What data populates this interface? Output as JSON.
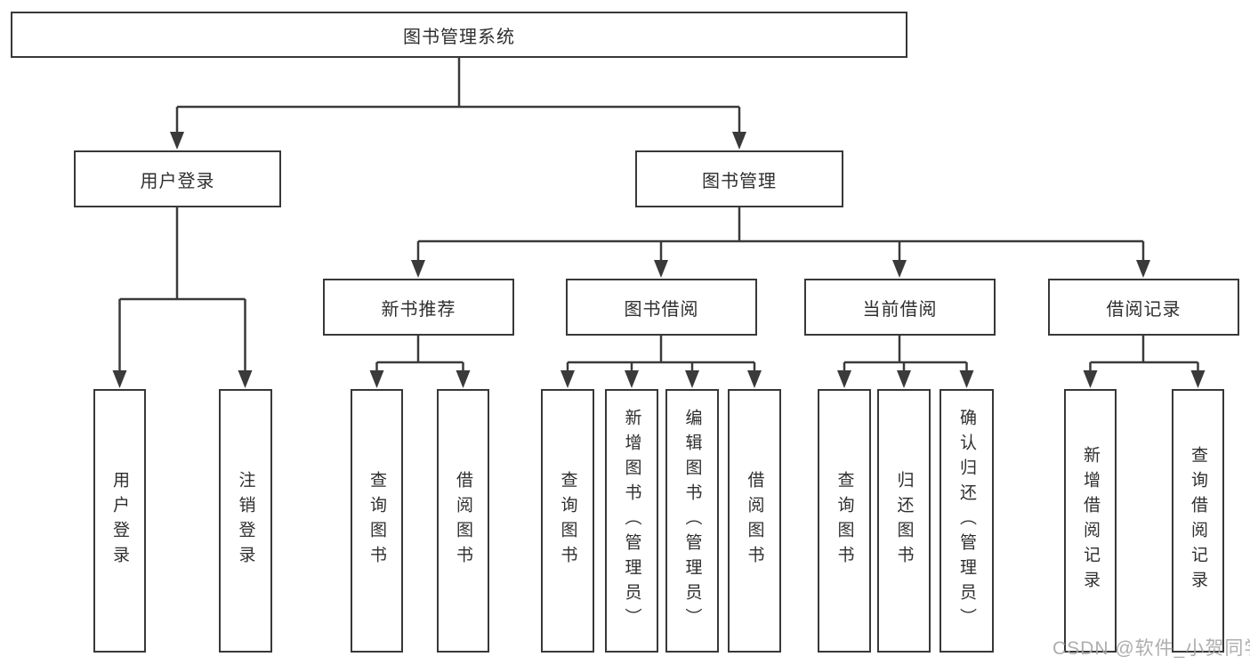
{
  "diagram_title": "图书管理系统",
  "nodes": {
    "root": "图书管理系统",
    "user_login": "用户登录",
    "book_management": "图书管理",
    "new_book_recommend": "新书推荐",
    "book_borrowing": "图书借阅",
    "current_borrowing": "当前借阅",
    "borrowing_records": "借阅记录",
    "leaf_user_login": "用户登录",
    "leaf_logout_login": "注销登录",
    "nbr_query_books": "查询图书",
    "nbr_borrow_books": "借阅图书",
    "bb_query_books": "查询图书",
    "bb_add_books_admin": "新增图书（管理员）",
    "bb_edit_books_admin": "编辑图书（管理员）",
    "bb_borrow_books": "借阅图书",
    "cb_query_books": "查询图书",
    "cb_return_books": "归还图书",
    "cb_confirm_return_admin": "确认归还（管理员）",
    "br_add_borrow_record": "新增借阅记录",
    "br_query_borrow_record": "查询借阅记录"
  },
  "watermark": "CSDN @软件_小贺同学",
  "colors": {
    "line": "#3a3a3a",
    "box_border": "#383838",
    "text": "#2f2f2f",
    "watermark": "#a5a5a5",
    "background": "#ffffff"
  }
}
